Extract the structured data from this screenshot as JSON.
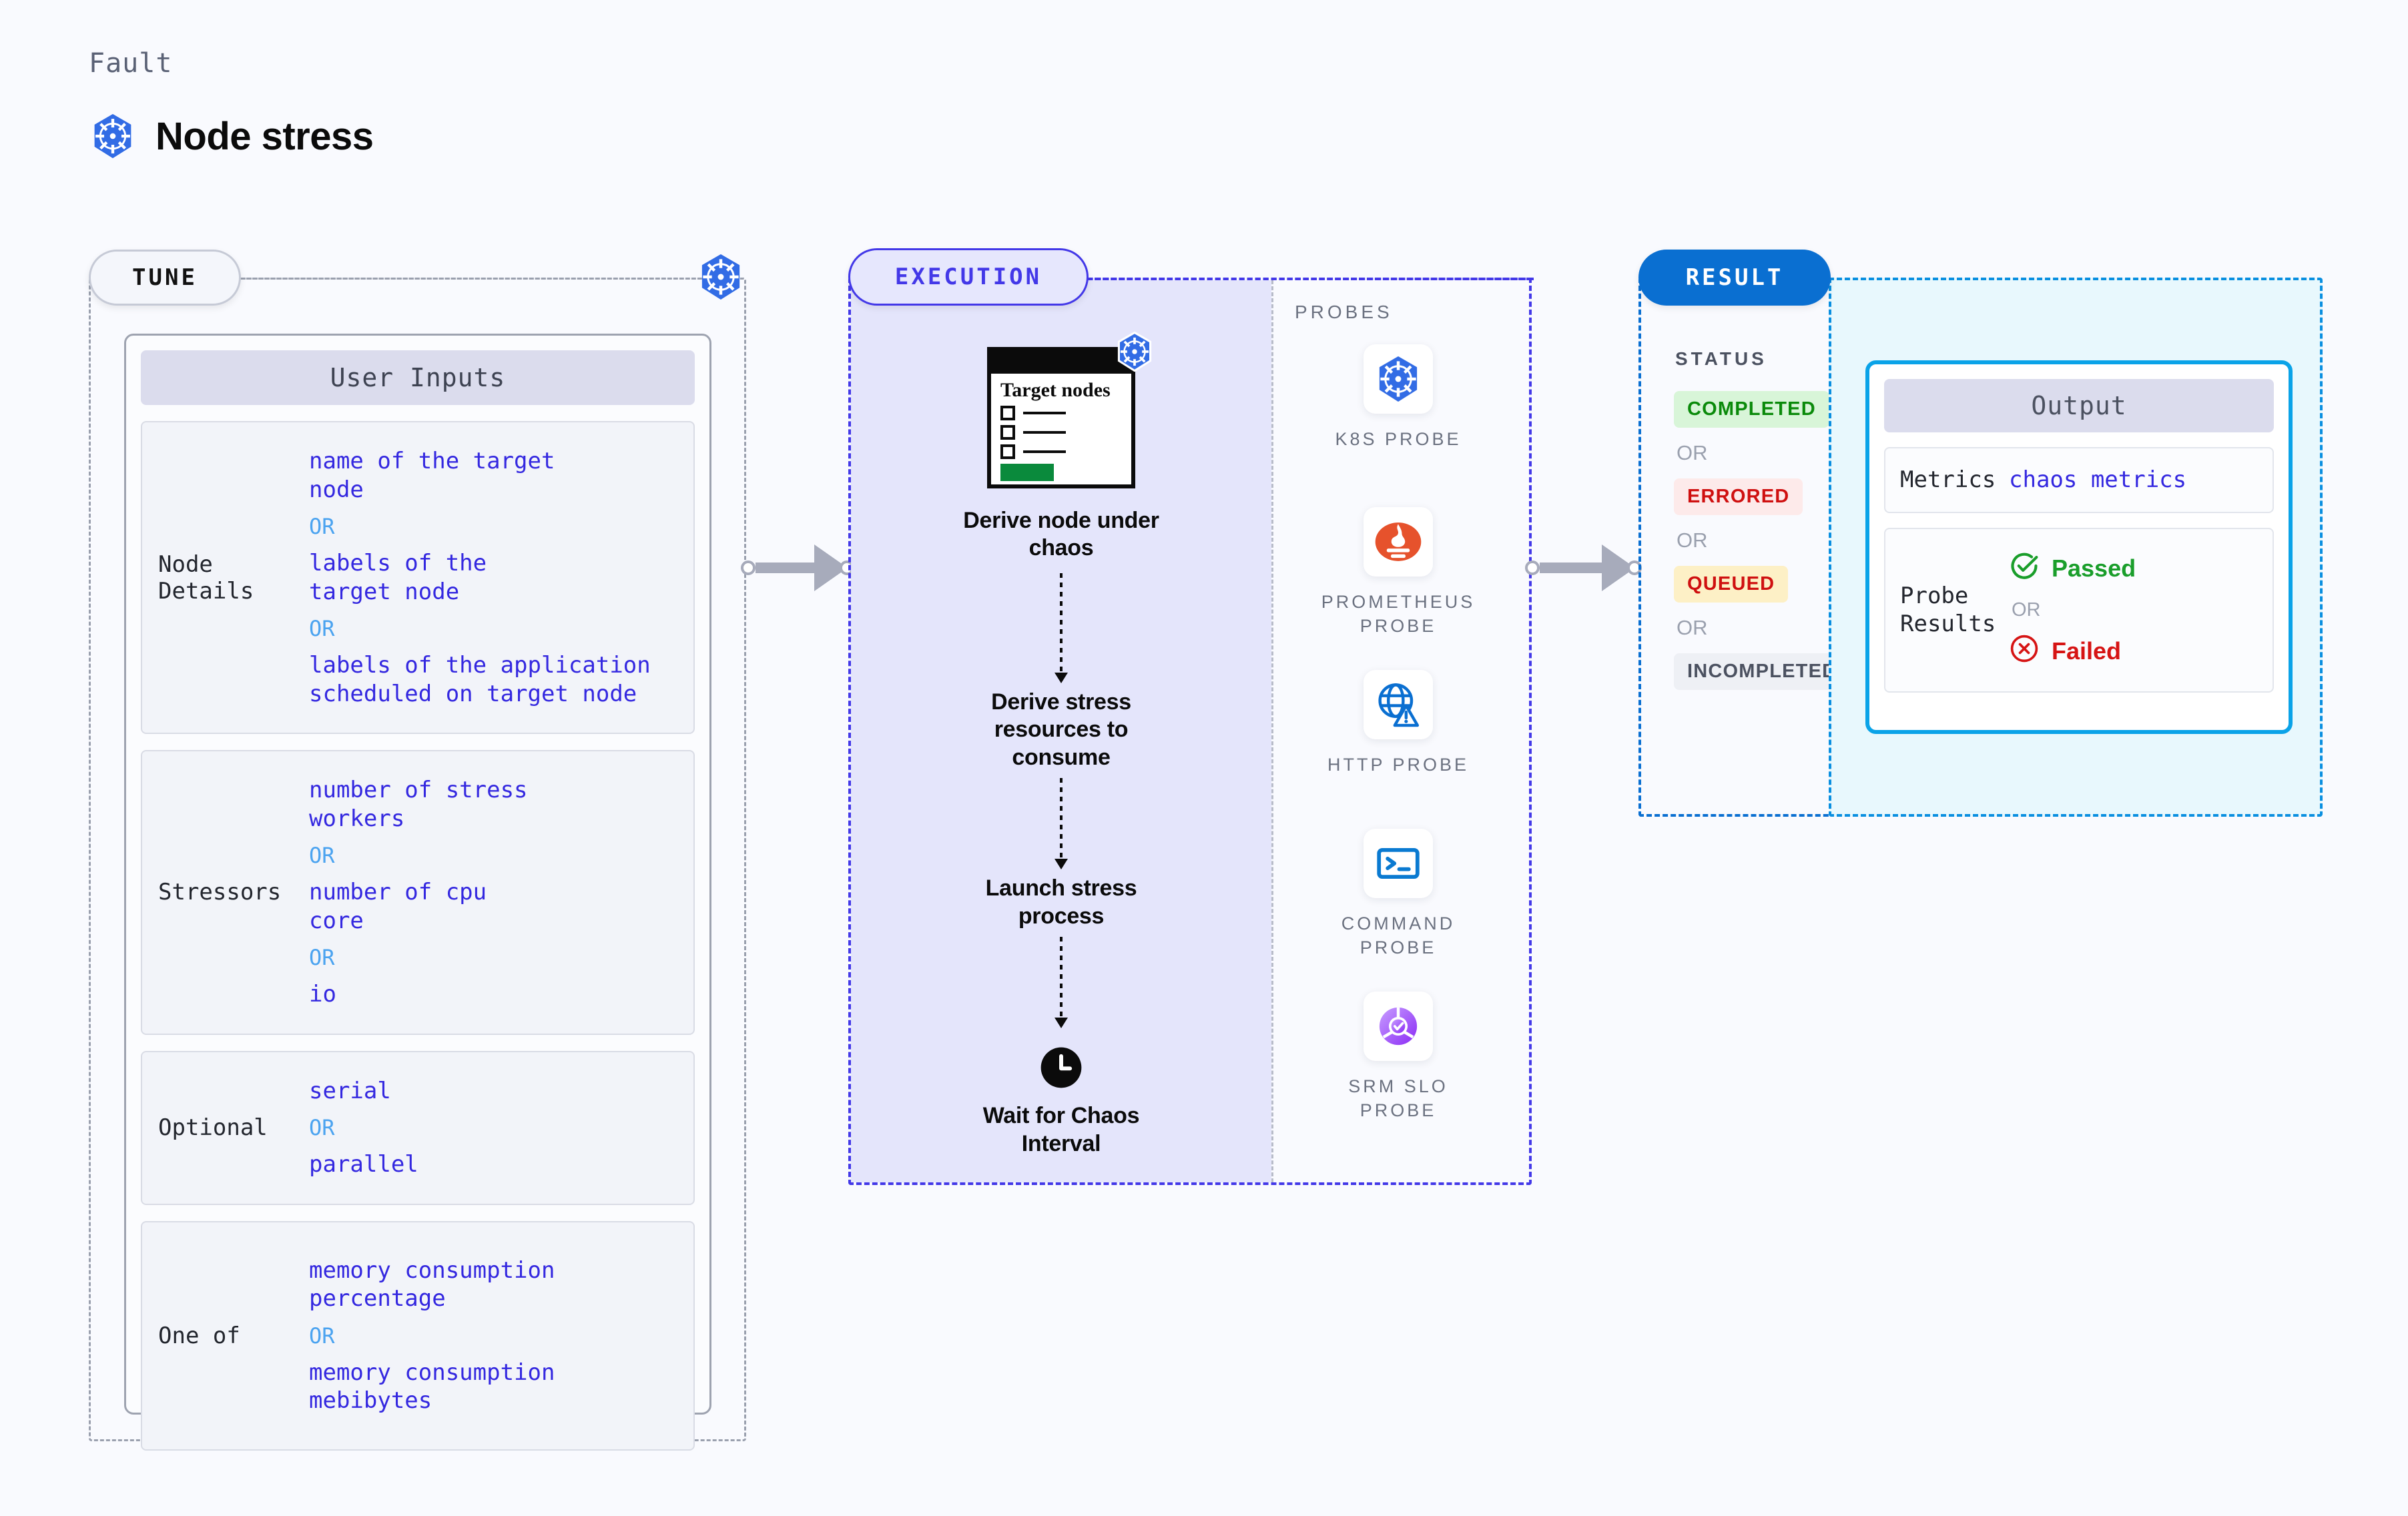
{
  "header": {
    "kicker": "Fault",
    "title": "Node stress",
    "logo_icon": "kubernetes-icon"
  },
  "tune": {
    "pill_label": "TUNE",
    "badge_icon": "kubernetes-icon",
    "card_header": "User Inputs",
    "groups": [
      {
        "label": "Node Details",
        "lines": [
          {
            "type": "value",
            "text": "name of the target\nnode"
          },
          {
            "type": "or",
            "text": "OR"
          },
          {
            "type": "value",
            "text": "labels of the\ntarget node"
          },
          {
            "type": "or",
            "text": "OR"
          },
          {
            "type": "value",
            "text": "labels of the application\n scheduled on target node"
          }
        ]
      },
      {
        "label": "Stressors",
        "lines": [
          {
            "type": "value",
            "text": "number of stress\nworkers"
          },
          {
            "type": "or",
            "text": "OR"
          },
          {
            "type": "value",
            "text": "number of cpu\ncore"
          },
          {
            "type": "or",
            "text": "OR"
          },
          {
            "type": "value",
            "text": "io"
          }
        ]
      },
      {
        "label": "Optional",
        "lines": [
          {
            "type": "value",
            "text": "serial"
          },
          {
            "type": "or",
            "text": "OR"
          },
          {
            "type": "value",
            "text": "parallel"
          }
        ]
      },
      {
        "label": "One of",
        "lines": [
          {
            "type": "value",
            "text": "memory consumption\npercentage"
          },
          {
            "type": "or",
            "text": "OR"
          },
          {
            "type": "value",
            "text": "memory consumption\nmebibytes"
          }
        ]
      }
    ]
  },
  "execution": {
    "pill_label": "EXECUTION",
    "node_card": {
      "title": "Target\nnodes",
      "badge_icon": "kubernetes-icon",
      "checkbox_rows": 3,
      "progress_bar_color": "#0a8a3c"
    },
    "steps": [
      {
        "label": "Derive node under chaos",
        "icon": "target-nodes-card"
      },
      {
        "label": "Derive stress resources to consume",
        "icon": ""
      },
      {
        "label": "Launch stress process",
        "icon": ""
      },
      {
        "label": "Wait for Chaos Interval",
        "icon": "clock-icon"
      }
    ]
  },
  "probes": {
    "section_title": "PROBES",
    "items": [
      {
        "name": "K8S PROBE",
        "icon": "kubernetes-icon"
      },
      {
        "name": "PROMETHEUS\nPROBE",
        "icon": "prometheus-icon"
      },
      {
        "name": "HTTP PROBE",
        "icon": "globe-warning-icon"
      },
      {
        "name": "COMMAND\nPROBE",
        "icon": "terminal-icon"
      },
      {
        "name": "SRM SLO\nPROBE",
        "icon": "srm-slo-icon"
      }
    ]
  },
  "result": {
    "pill_label": "RESULT",
    "status_title": "STATUS",
    "or_label": "OR",
    "statuses": [
      {
        "label": "COMPLETED",
        "style": "b-completed"
      },
      {
        "label": "ERRORED",
        "style": "b-errored"
      },
      {
        "label": "QUEUED",
        "style": "b-queued"
      },
      {
        "label": "INCOMPLETED",
        "style": "b-incompleted"
      }
    ]
  },
  "output": {
    "card_header": "Output",
    "metrics_label": "Metrics",
    "metrics_value": "chaos metrics",
    "probe_results_label": "Probe\nResults",
    "passed_label": "Passed",
    "failed_label": "Failed",
    "or_label": "OR",
    "passed_icon": "check-circle-icon",
    "failed_icon": "x-circle-icon"
  },
  "colors": {
    "background": "#f9fafe",
    "tune_border": "#9aa0ae",
    "execution_accent": "#4338e8",
    "execution_fill": "#e4e5fb",
    "result_accent": "#0a6fd1",
    "output_accent": "#0aa3e8",
    "output_fill": "#e8f8fd",
    "value_text": "#3428e0",
    "or_text": "#4ba3f0",
    "k8s_blue": "#326ce5",
    "prometheus_orange": "#e6522c",
    "connector_grey": "#a7abbb"
  }
}
